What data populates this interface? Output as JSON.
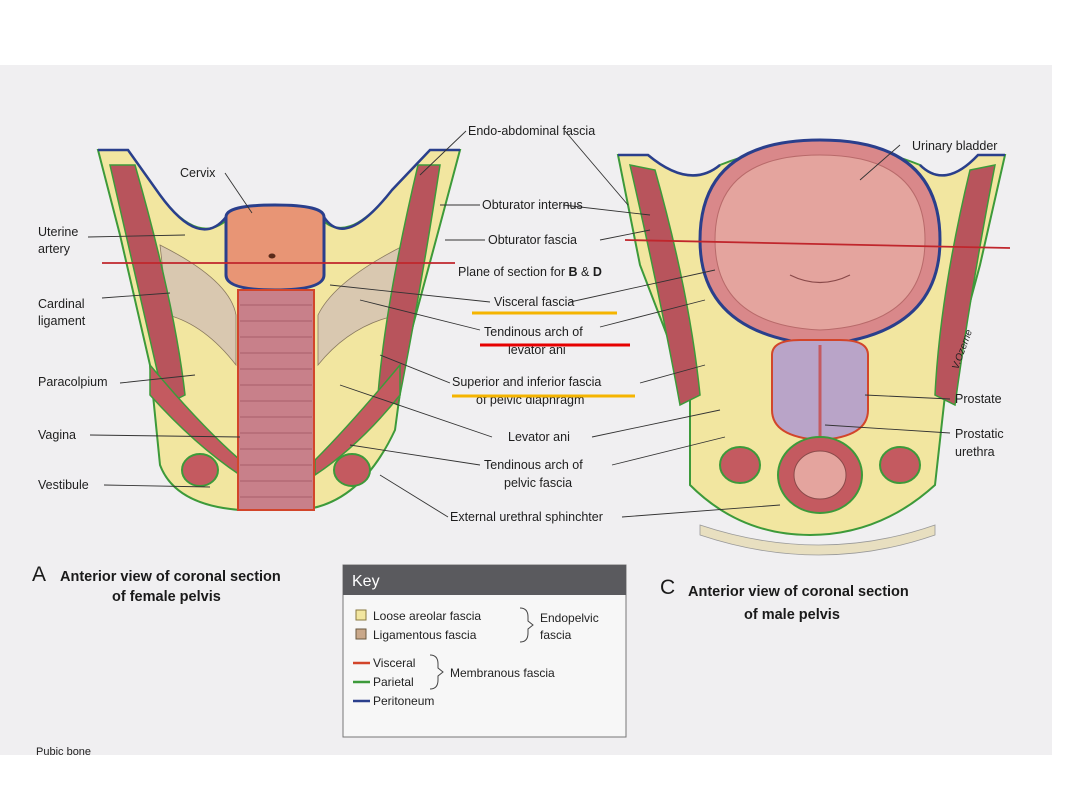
{
  "labels": {
    "cervix": "Cervix",
    "uterine_1": "Uterine",
    "uterine_2": "artery",
    "cardinal_1": "Cardinal",
    "cardinal_2": "ligament",
    "paracolpium": "Paracolpium",
    "vagina": "Vagina",
    "vestibule": "Vestibule",
    "endo_abdominal": "Endo-abdominal fascia",
    "obturator_internus": "Obturator internus",
    "obturator_fascia": "Obturator fascia",
    "plane_section": "Plane of section for",
    "plane_b": "B",
    "plane_amp": "&",
    "plane_d": "D",
    "visceral_fascia": "Visceral fascia",
    "tendinous_arch_1": "Tendinous arch of",
    "tendinous_arch_2": "levator ani",
    "sup_inf_fascia_1": "Superior and inferior fascia",
    "sup_inf_fascia_2": "of pelvic diaphragm",
    "levator_ani": "Levator ani",
    "tendinous_pelvic_1": "Tendinous arch of",
    "tendinous_pelvic_2": "pelvic fascia",
    "external_urethral": "External urethral sphinchter",
    "urinary_bladder": "Urinary bladder",
    "prostate": "Prostate",
    "prostatic_1": "Prostatic",
    "prostatic_2": "urethra",
    "pubic_bone": "Pubic bone",
    "signature": "V.Ozerne"
  },
  "captions": {
    "a_letter": "A",
    "a_line1": "Anterior view of coronal section",
    "a_line2": "of female pelvis",
    "c_letter": "C",
    "c_line1": "Anterior view of coronal section",
    "c_line2": "of male pelvis"
  },
  "key": {
    "title": "Key",
    "loose": "Loose areolar fascia",
    "ligamentous": "Ligamentous fascia",
    "endopelvic_1": "Endopelvic",
    "endopelvic_2": "fascia",
    "visceral": "Visceral",
    "parietal": "Parietal",
    "membranous": "Membranous fascia",
    "peritoneum": "Peritoneum"
  },
  "colors": {
    "loose_areolar": "#f2e6a0",
    "ligamentous": "#c9a88a",
    "visceral_line": "#d2452a",
    "parietal_line": "#3d9a3a",
    "peritoneum_line": "#2a3f8c",
    "highlight_orange": "#f5b400",
    "highlight_red": "#e60000",
    "key_header": "#5a5a5e"
  }
}
